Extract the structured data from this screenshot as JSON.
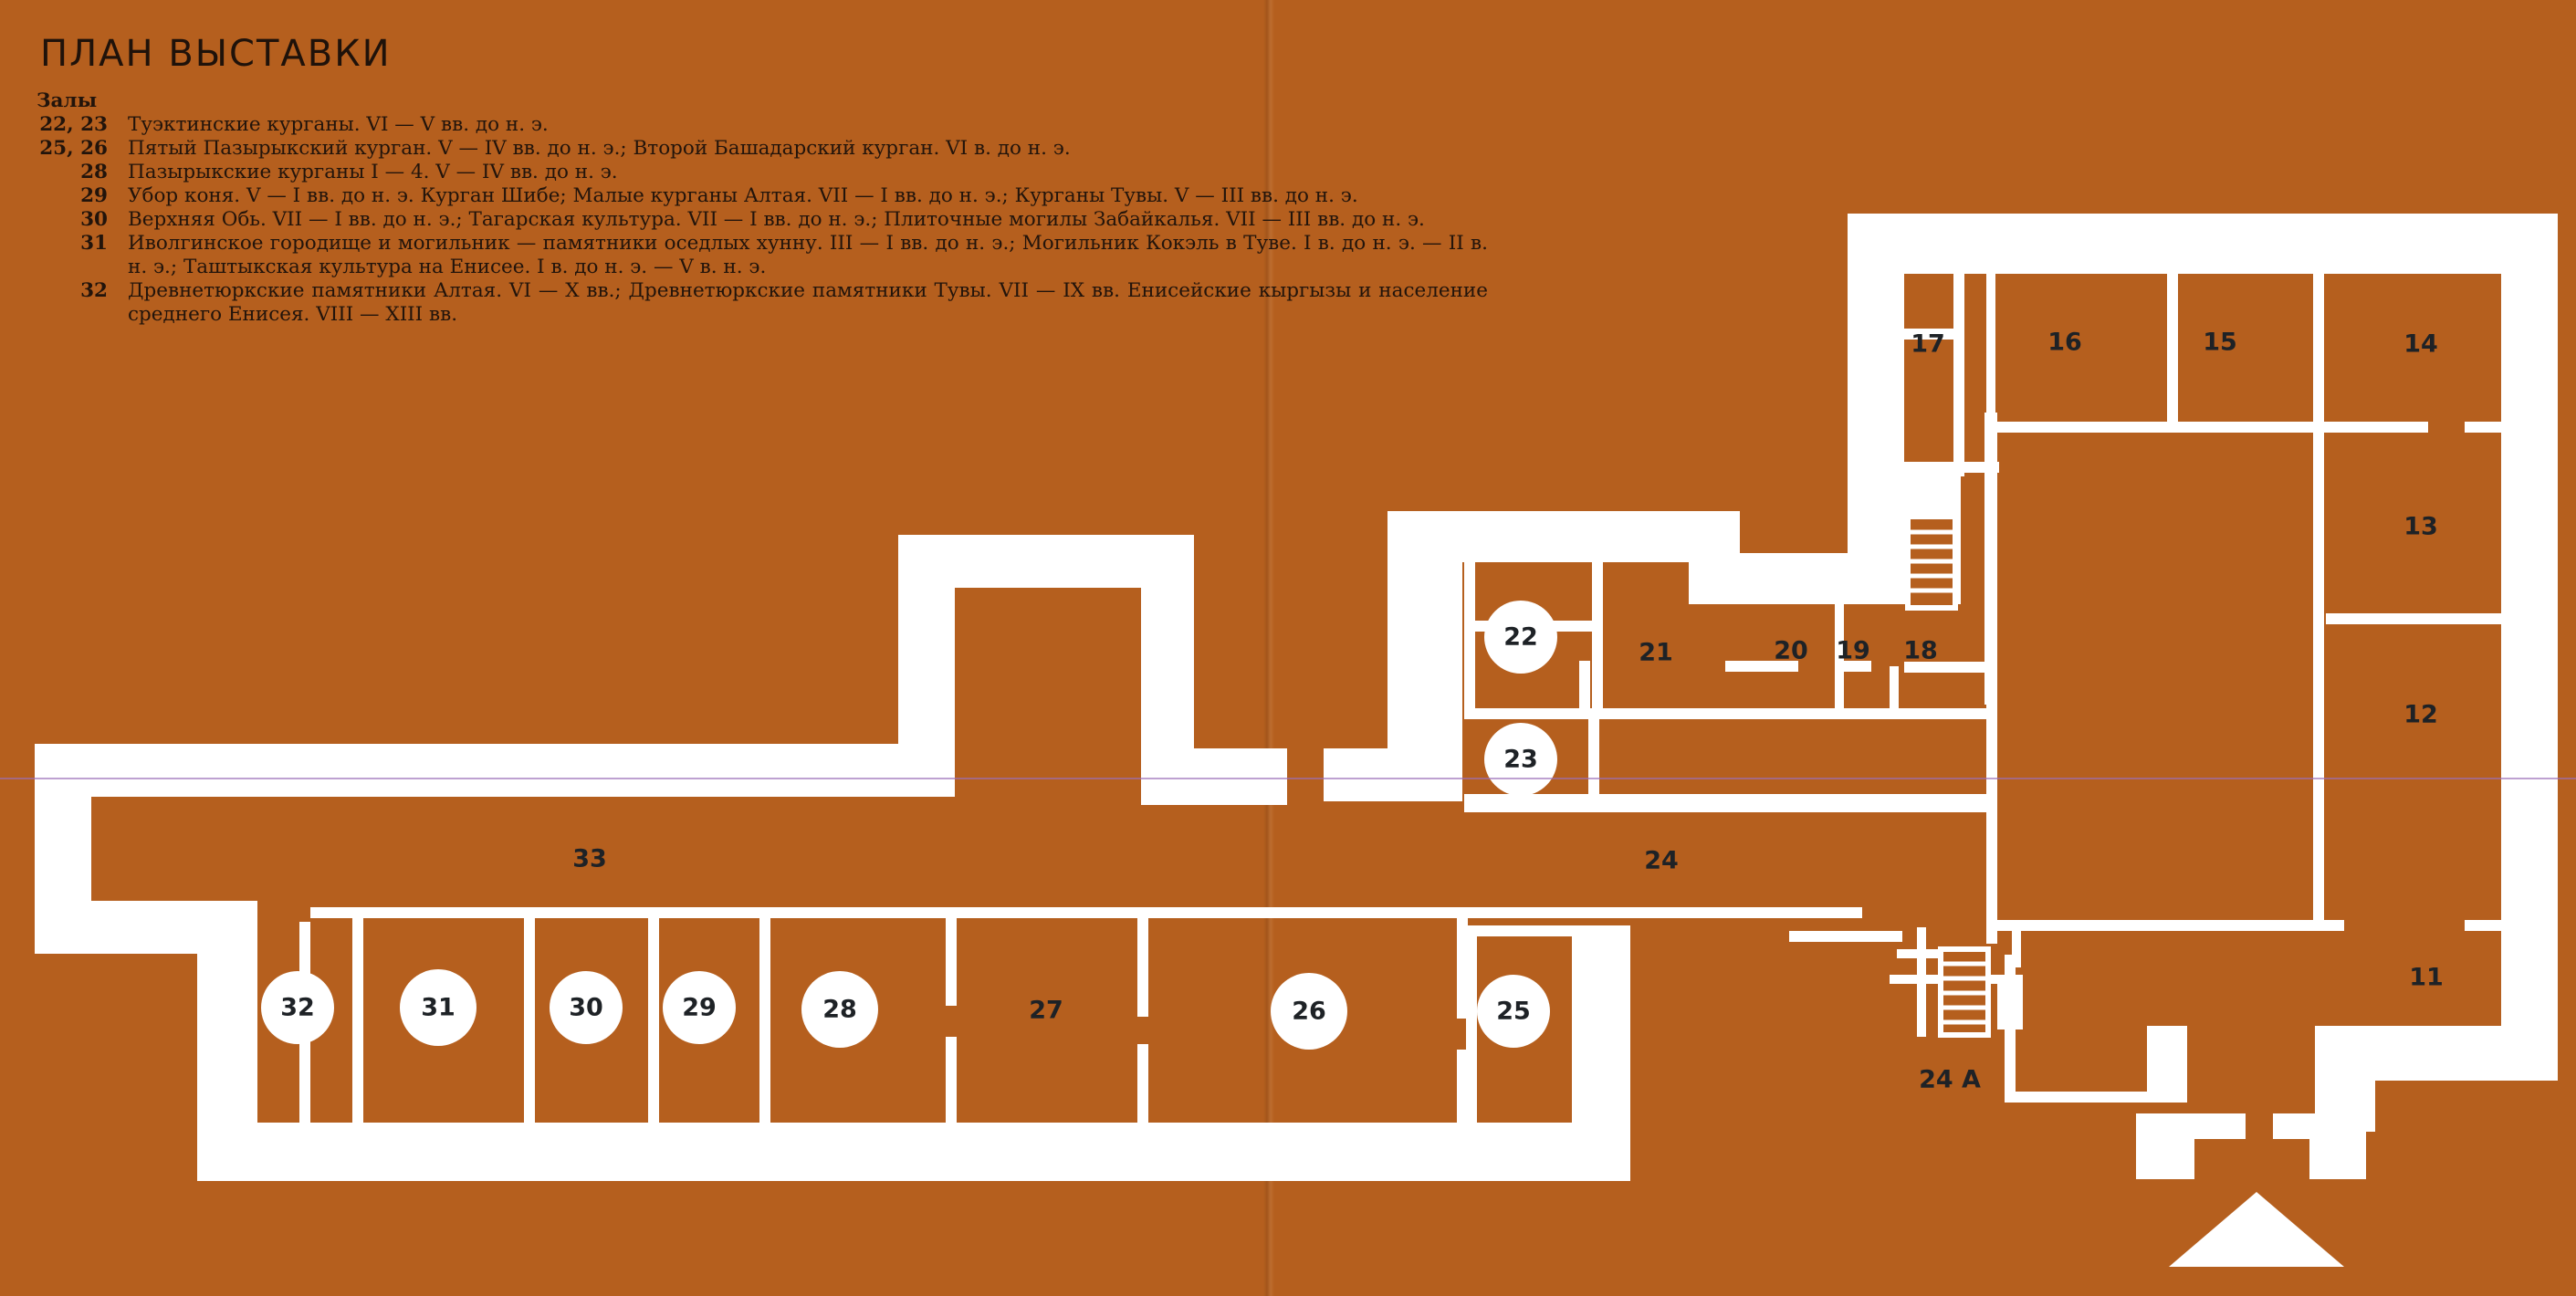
{
  "title": "ПЛАН ВЫСТАВКИ",
  "legend": {
    "heading": "Залы",
    "rows": [
      {
        "halls": "22, 23",
        "text": "Туэктинские курганы. VI — V вв. до н. э."
      },
      {
        "halls": "25, 26",
        "text": "Пятый Пазырыкский курган. V — IV вв. до н. э.; Второй Башадарский курган. VI в. до н. э."
      },
      {
        "halls": "28",
        "text": "Пазырыкские курганы I — 4. V — IV вв. до н. э."
      },
      {
        "halls": "29",
        "text": "Убор коня. V — I вв. до н. э. Курган Шибе; Малые курганы Алтая. VII — I вв. до н. э.; Курганы Тувы. V — III вв. до н. э."
      },
      {
        "halls": "30",
        "text": "Верхняя Обь. VII — I вв. до н. э.; Тагарская культура. VII — I вв. до н. э.; Плиточные могилы Забайкалья. VII — III вв. до н. э."
      },
      {
        "halls": "31",
        "text": "Иволгинское городище и могильник — памятники оседлых хунну. III — I вв. до н. э.; Могильник Кокэль в Туве. I в. до н. э. — II в. н. э.; Таштыкская культура на Енисее. I в. до н. э. — V в. н. э."
      },
      {
        "halls": "32",
        "text": "Древнетюркские памятники Алтая. VI — X вв.; Древнетюркские памятники Тувы. VII — IX вв. Енисейские кыргызы и население среднего Енисея. VIII — XIII вв."
      }
    ]
  },
  "map": {
    "rooms": [
      {
        "id": "r11",
        "label": "11",
        "featured": false
      },
      {
        "id": "r12",
        "label": "12",
        "featured": false
      },
      {
        "id": "r13",
        "label": "13",
        "featured": false
      },
      {
        "id": "r14",
        "label": "14",
        "featured": false
      },
      {
        "id": "r15",
        "label": "15",
        "featured": false
      },
      {
        "id": "r16",
        "label": "16",
        "featured": false
      },
      {
        "id": "r17",
        "label": "17",
        "featured": false
      },
      {
        "id": "r18",
        "label": "18",
        "featured": false
      },
      {
        "id": "r19",
        "label": "19",
        "featured": false
      },
      {
        "id": "r20",
        "label": "20",
        "featured": false
      },
      {
        "id": "r21",
        "label": "21",
        "featured": false
      },
      {
        "id": "r22",
        "label": "22",
        "featured": true
      },
      {
        "id": "r23",
        "label": "23",
        "featured": true
      },
      {
        "id": "r24",
        "label": "24",
        "featured": false
      },
      {
        "id": "r24a",
        "label": "24 А",
        "featured": false
      },
      {
        "id": "r25",
        "label": "25",
        "featured": true
      },
      {
        "id": "r26",
        "label": "26",
        "featured": true
      },
      {
        "id": "r27",
        "label": "27",
        "featured": false
      },
      {
        "id": "r28",
        "label": "28",
        "featured": true
      },
      {
        "id": "r29",
        "label": "29",
        "featured": true
      },
      {
        "id": "r30",
        "label": "30",
        "featured": true
      },
      {
        "id": "r31",
        "label": "31",
        "featured": true
      },
      {
        "id": "r32",
        "label": "32",
        "featured": true
      },
      {
        "id": "r33",
        "label": "33",
        "featured": false
      }
    ],
    "entrance_icon": "entrance-arrow-icon",
    "stairs_icon": "stairs-icon",
    "colors": {
      "background": "#b55f1e",
      "walls": "#ffffff",
      "text": "#1e2226"
    }
  }
}
